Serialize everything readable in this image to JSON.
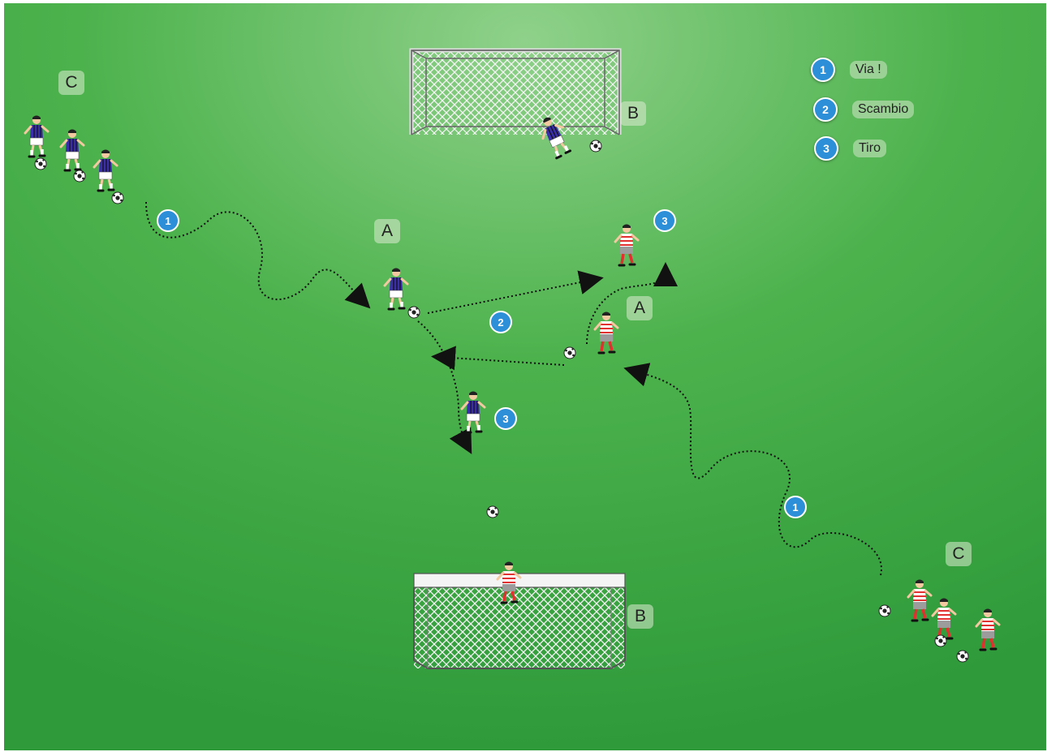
{
  "colors": {
    "pitch_light": "#8fd18a",
    "pitch_dark": "#2e9a3a",
    "badge": "#2d8fd8",
    "team_blue": "#3a2fa8",
    "team_red": "#e23030",
    "arrow": "#111111"
  },
  "legend": [
    {
      "number": "1",
      "label": "Via !"
    },
    {
      "number": "2",
      "label": "Scambio"
    },
    {
      "number": "3",
      "label": "Tiro"
    }
  ],
  "groups": {
    "c_top_left": "C",
    "c_bottom_right": "C",
    "a_blue": "A",
    "a_red": "A",
    "b_top": "B",
    "b_bottom": "B"
  },
  "steps": {
    "dribble_blue": "1",
    "dribble_red": "1",
    "exchange": "2",
    "shot_blue": "3",
    "shot_red": "3"
  },
  "players": [
    {
      "id": "blue-queue-1",
      "team": "blue",
      "icon": "player-icon"
    },
    {
      "id": "blue-queue-2",
      "team": "blue",
      "icon": "player-icon"
    },
    {
      "id": "blue-queue-3",
      "team": "blue",
      "icon": "player-icon"
    },
    {
      "id": "blue-a",
      "team": "blue",
      "icon": "player-icon"
    },
    {
      "id": "blue-shooter",
      "team": "blue",
      "icon": "player-icon"
    },
    {
      "id": "blue-goalkeeper",
      "team": "blue",
      "icon": "goalkeeper-icon"
    },
    {
      "id": "red-queue-1",
      "team": "red",
      "icon": "player-icon"
    },
    {
      "id": "red-queue-2",
      "team": "red",
      "icon": "player-icon"
    },
    {
      "id": "red-queue-3",
      "team": "red",
      "icon": "player-icon"
    },
    {
      "id": "red-a",
      "team": "red",
      "icon": "player-icon"
    },
    {
      "id": "red-shooter",
      "team": "red",
      "icon": "player-icon"
    },
    {
      "id": "red-goalkeeper",
      "team": "red",
      "icon": "goalkeeper-icon"
    }
  ]
}
